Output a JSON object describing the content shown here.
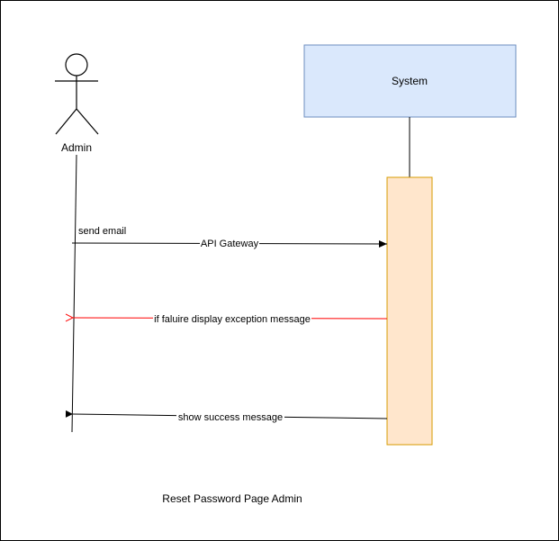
{
  "diagram": {
    "actor": {
      "label": "Admin"
    },
    "system": {
      "label": "System",
      "fill": "#dae8fc",
      "stroke": "#6c8ebf"
    },
    "activation": {
      "fill": "#ffe6cc",
      "stroke": "#d79b00"
    },
    "messages": [
      {
        "label": "send email",
        "color": "#000000"
      },
      {
        "label": "API Gateway",
        "color": "#000000"
      },
      {
        "label": "if faluire display exception message",
        "color": "#ff0000"
      },
      {
        "label": "show success message",
        "color": "#000000"
      }
    ],
    "caption": "Reset Password Page Admin"
  }
}
